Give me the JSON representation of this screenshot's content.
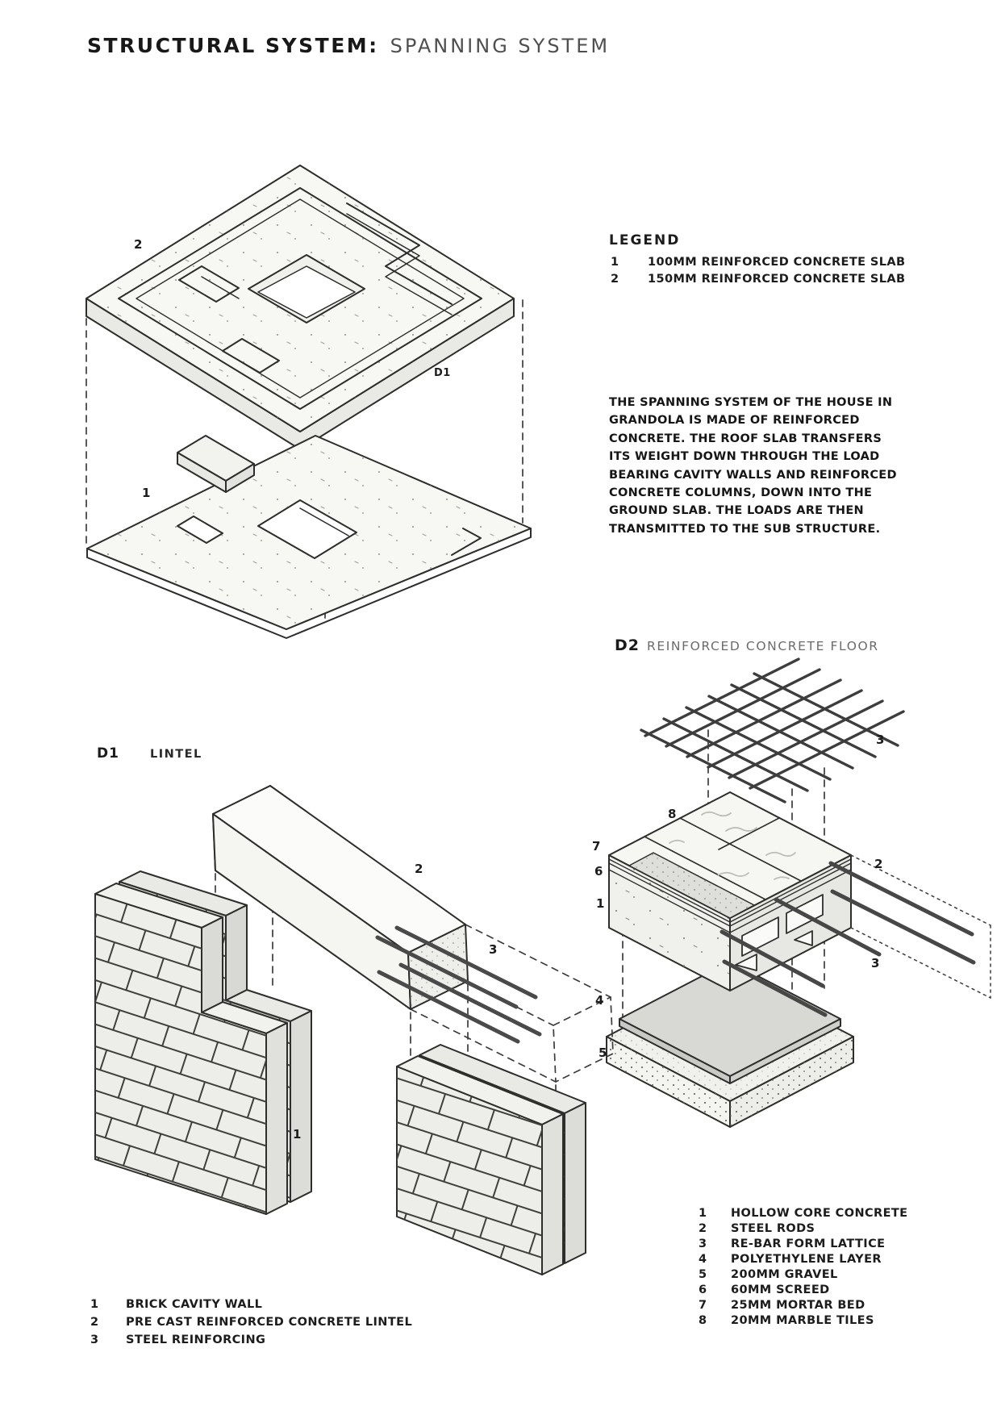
{
  "title": {
    "main": "STRUCTURAL SYSTEM:",
    "sub": "SPANNING SYSTEM"
  },
  "legend": {
    "heading": "LEGEND",
    "items": [
      {
        "num": "1",
        "label": "100MM REINFORCED CONCRETE SLAB"
      },
      {
        "num": "2",
        "label": "150MM REINFORCED CONCRETE SLAB"
      }
    ]
  },
  "description": {
    "lines": [
      "THE SPANNING SYSTEM OF THE HOUSE IN",
      "GRANDOLA IS MADE OF REINFORCED",
      "CONCRETE. THE ROOF SLAB TRANSFERS",
      "ITS WEIGHT DOWN THROUGH THE LOAD",
      "BEARING CAVITY WALLS AND REINFORCED",
      "CONCRETE COLUMNS, DOWN INTO THE",
      "GROUND SLAB. THE LOADS ARE THEN",
      "TRANSMITTED TO THE SUB STRUCTURE."
    ]
  },
  "axon": {
    "callouts": {
      "roof_slab": "2",
      "ground_slab": "1",
      "detail_ref": "D1"
    }
  },
  "detail1": {
    "code": "D1",
    "title": "LINTEL",
    "callouts": {
      "wall": "1",
      "lintel": "2",
      "rods": "3"
    },
    "legend": [
      {
        "num": "1",
        "label": "BRICK CAVITY WALL"
      },
      {
        "num": "2",
        "label": "PRE CAST REINFORCED CONCRETE LINTEL"
      },
      {
        "num": "3",
        "label": "STEEL REINFORCING"
      }
    ]
  },
  "detail2": {
    "code": "D2",
    "title": "REINFORCED CONCRETE FLOOR",
    "callouts": {
      "lattice": "3",
      "tiles": "8",
      "mortar": "7",
      "screed": "6",
      "slab": "1",
      "rods": "2",
      "rods_low": "3",
      "poly": "4",
      "gravel": "5"
    },
    "legend": [
      {
        "num": "1",
        "label": "HOLLOW CORE CONCRETE"
      },
      {
        "num": "2",
        "label": "STEEL RODS"
      },
      {
        "num": "3",
        "label": "RE-BAR FORM LATTICE"
      },
      {
        "num": "4",
        "label": "POLYETHYLENE LAYER"
      },
      {
        "num": "5",
        "label": "200MM GRAVEL"
      },
      {
        "num": "6",
        "label": "60MM SCREED"
      },
      {
        "num": "7",
        "label": "25MM MORTAR BED"
      },
      {
        "num": "8",
        "label": "20MM MARBLE TILES"
      }
    ]
  },
  "colors": {
    "ink": "#2d2d2b",
    "paper": "#ffffff",
    "steel": "#4a4a4a"
  }
}
